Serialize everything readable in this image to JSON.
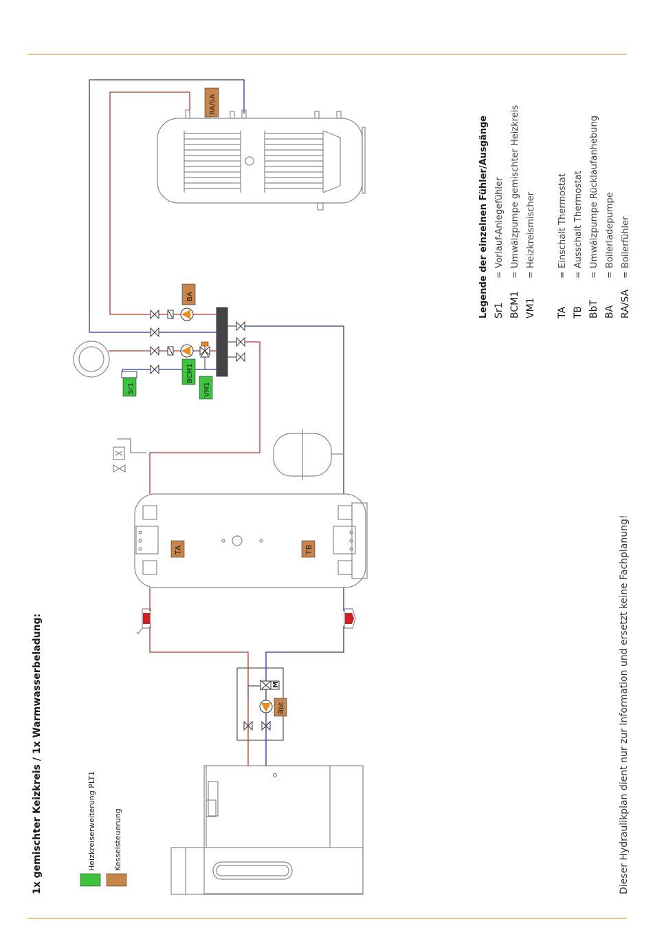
{
  "title": "1x gemischter Keizkreis  /  1x Warmwasserbeladung:",
  "disclaimer": "Dieser Hydraulikplan dient nur zur Information und ersetzt keine Fachplanung!",
  "colors": {
    "gold_rule": "#d9a441",
    "green": "#3cc43c",
    "brown": "#c8854a",
    "red_line": "#c8302b",
    "blue_line": "#243a96",
    "pump_orange": "#f08a1c"
  },
  "color_key": [
    {
      "label": "Heizkreiserweiterung PLT1",
      "color": "#3cc43c"
    },
    {
      "label": "Kesselsteuerung",
      "color": "#c8854a"
    }
  ],
  "sensor_labels": {
    "sr1": "Sr1",
    "bcm1": "BCM1",
    "vm1": "VM1",
    "ba": "BA",
    "ra_sa": "RA/SA",
    "ta": "TA",
    "tb": "TB",
    "bbt": "Bbt",
    "mixer_m": "M"
  },
  "legend": {
    "title": "Legende der einzelnen Fühler/Ausgänge",
    "rows": [
      {
        "code": "Sr1",
        "desc": "= Vorlauf-Anlegefühler"
      },
      {
        "code": "BCM1",
        "desc": "= Umwälzpumpe gemischter Heizkreis"
      },
      {
        "code": "VM1",
        "desc": "=   Heizkreismischer"
      },
      {
        "code": "TA",
        "desc": "= Einschalt Thermostat"
      },
      {
        "code": "TB",
        "desc": "= Ausschalt Thermostat"
      },
      {
        "code": "BbT",
        "desc": "= Umwälzpumpe Rücklaufanhebung"
      },
      {
        "code": "BA",
        "desc": "= Boilerladepumpe"
      },
      {
        "code": "RA/SA",
        "desc": "= Boilerfühler"
      }
    ]
  }
}
